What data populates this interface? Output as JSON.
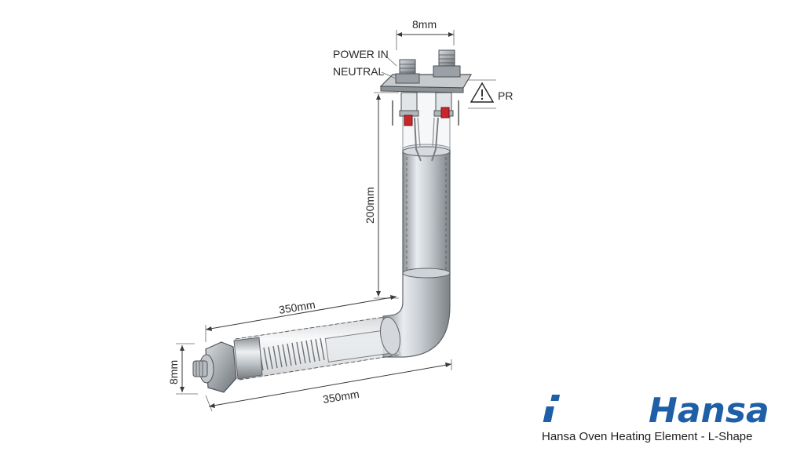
{
  "labels": {
    "top_width": "8mm",
    "power_in": "POWER IN",
    "neutral": "NEUTRAL",
    "warning": "PR",
    "vertical_length": "200mm",
    "horizontal_upper": "350mm",
    "horizontal_lower": "350mm",
    "end_height": "8mm"
  },
  "brand": {
    "name": "Hansa",
    "color": "#1f5fa8"
  },
  "caption": "Hansa Oven Heating Element - L-Shape",
  "icons": [
    "warning-triangle-icon"
  ]
}
